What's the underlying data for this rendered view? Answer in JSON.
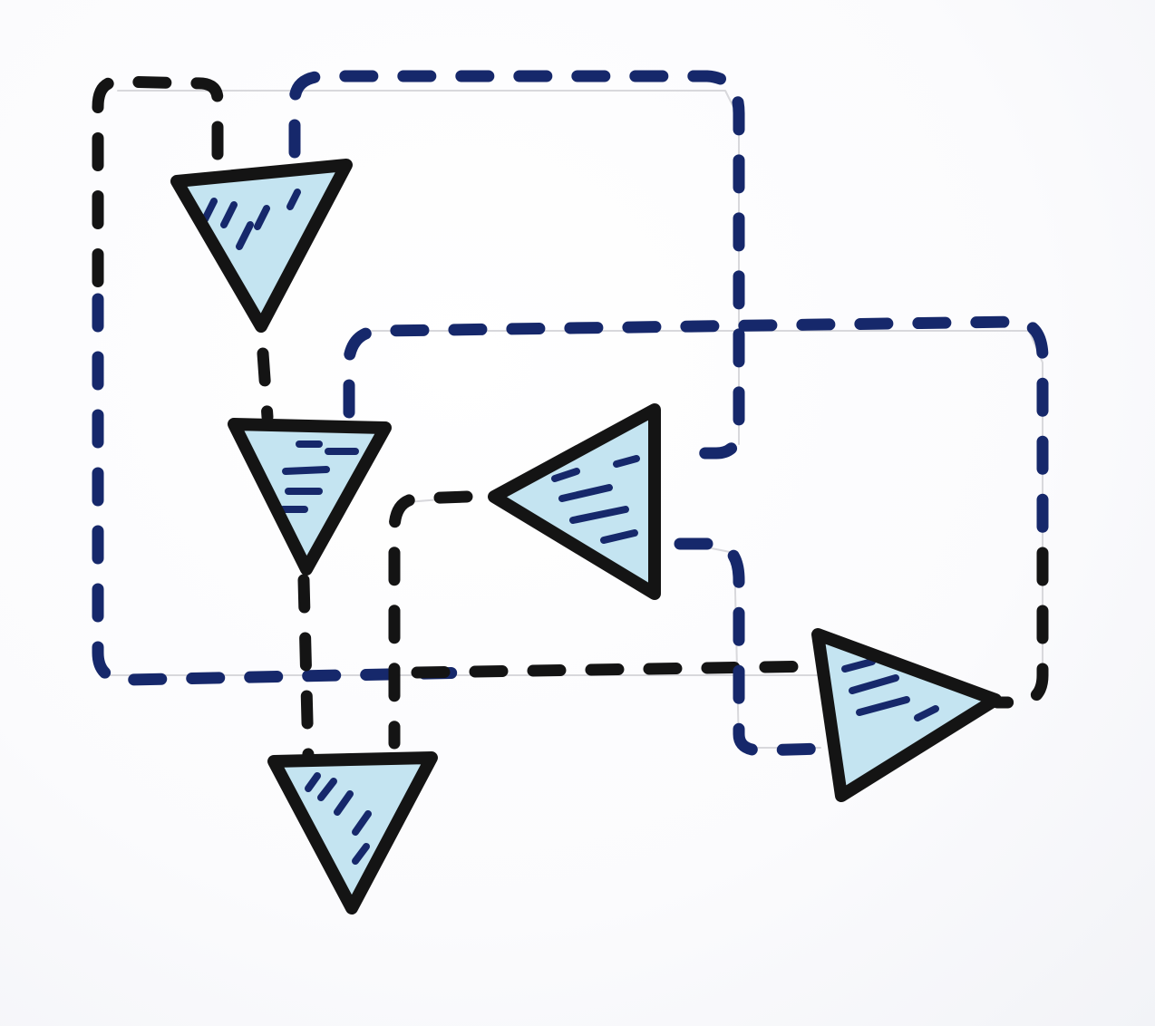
{
  "palette": {
    "ink_black": "#141414",
    "ink_navy": "#16286b",
    "fill_light_blue": "#c4e4f1",
    "hatch_navy": "#16286b",
    "paper": "#fbfbfd",
    "pencil_guide": "#d8d8dc"
  },
  "diagram": {
    "style": "hand-drawn marker sketch",
    "node_shape": "triangle-icon",
    "node_count": 5,
    "node_orientations": [
      "down",
      "down",
      "left",
      "right",
      "down"
    ],
    "connector_style": "dashed",
    "connector_colors": [
      "ink_black",
      "ink_navy"
    ],
    "labels_present": false
  }
}
